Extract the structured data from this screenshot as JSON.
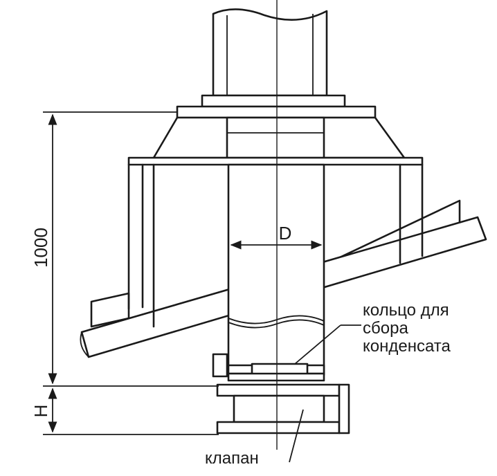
{
  "labels": {
    "dim_height": "1000",
    "dim_h": "H",
    "dim_diameter": "D",
    "ring_line1": "кольцо для",
    "ring_line2": "сбора",
    "ring_line3": "конденсата",
    "valve": "клапан"
  },
  "colors": {
    "line": "#1a1a1a",
    "background": "#ffffff"
  }
}
